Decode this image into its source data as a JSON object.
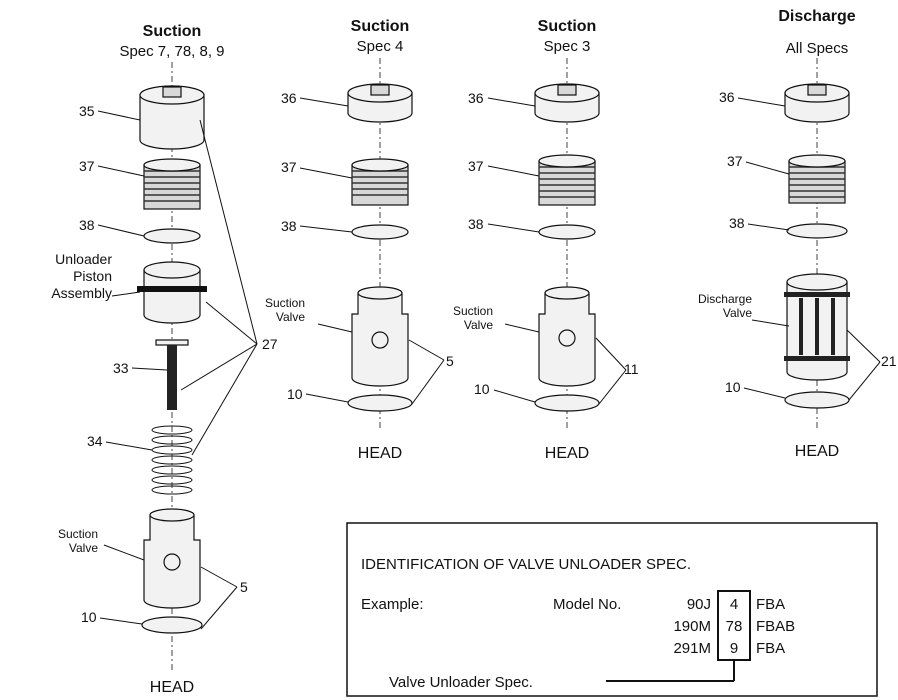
{
  "columns": [
    {
      "title": "Suction",
      "subtitle": "Spec 7, 78, 8, 9"
    },
    {
      "title": "Suction",
      "subtitle": "Spec 4"
    },
    {
      "title": "Suction",
      "subtitle": "Spec 3"
    },
    {
      "title": "Discharge",
      "subtitle": "All Specs"
    }
  ],
  "callouts": {
    "c35": "35",
    "c36": "36",
    "c37": "37",
    "c38": "38",
    "c33": "33",
    "c34": "34",
    "c10": "10",
    "c5": "5",
    "c27": "27",
    "c11": "11",
    "c21": "21"
  },
  "labels": {
    "unloader_piston_assembly": [
      "Unloader",
      "Piston",
      "Assembly"
    ],
    "suction_valve": [
      "Suction",
      "Valve"
    ],
    "discharge_valve": [
      "Discharge",
      "Valve"
    ],
    "head": "HEAD"
  },
  "spec_box": {
    "title": "IDENTIFICATION OF VALVE UNLOADER SPEC.",
    "example_label": "Example:",
    "model_label": "Model No.",
    "rows": [
      {
        "prefix": "90J",
        "spec": "4",
        "suffix": "FBA"
      },
      {
        "prefix": "190M",
        "spec": "78",
        "suffix": "FBAB"
      },
      {
        "prefix": "291M",
        "spec": "9",
        "suffix": "FBA"
      }
    ],
    "pointer_label": "Valve Unloader Spec."
  }
}
